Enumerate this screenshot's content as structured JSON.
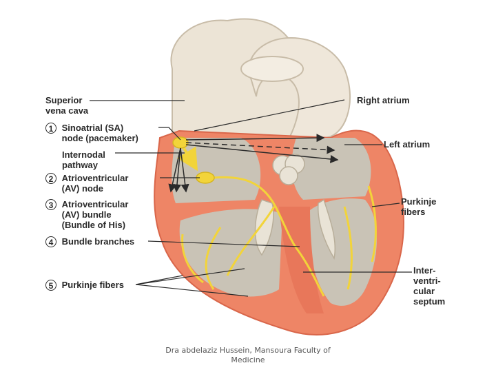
{
  "labels": {
    "superior_vena_cava": "Superior\nvena cava",
    "right_atrium": "Right atrium",
    "left_atrium": "Left atrium",
    "sa_node": {
      "number": "1",
      "text": "Sinoatrial (SA)\nnode (pacemaker)"
    },
    "internodal": "Internodal\npathway",
    "av_node": {
      "number": "2",
      "text": "Atrioventricular\n(AV) node"
    },
    "av_bundle": {
      "number": "3",
      "text": "Atrioventricular\n(AV) bundle\n(Bundle of His)"
    },
    "bundle_branches": {
      "number": "4",
      "text": "Bundle branches"
    },
    "purkinje_left": {
      "number": "5",
      "text": "Purkinje fibers"
    },
    "purkinje_right": "Purkinje\nfibers",
    "septum": "Inter-\nventri-\ncular\nseptum"
  },
  "footer": "Dra abdelaziz Hussein, Mansoura Faculty of Medicine",
  "colors": {
    "myocardium": "#ee8566",
    "wall_dark": "#d9664a",
    "chamber": "#c9c3b6",
    "vessel": "#ece4d6",
    "conduction": "#f2d43a",
    "line": "#2a2a2a"
  }
}
